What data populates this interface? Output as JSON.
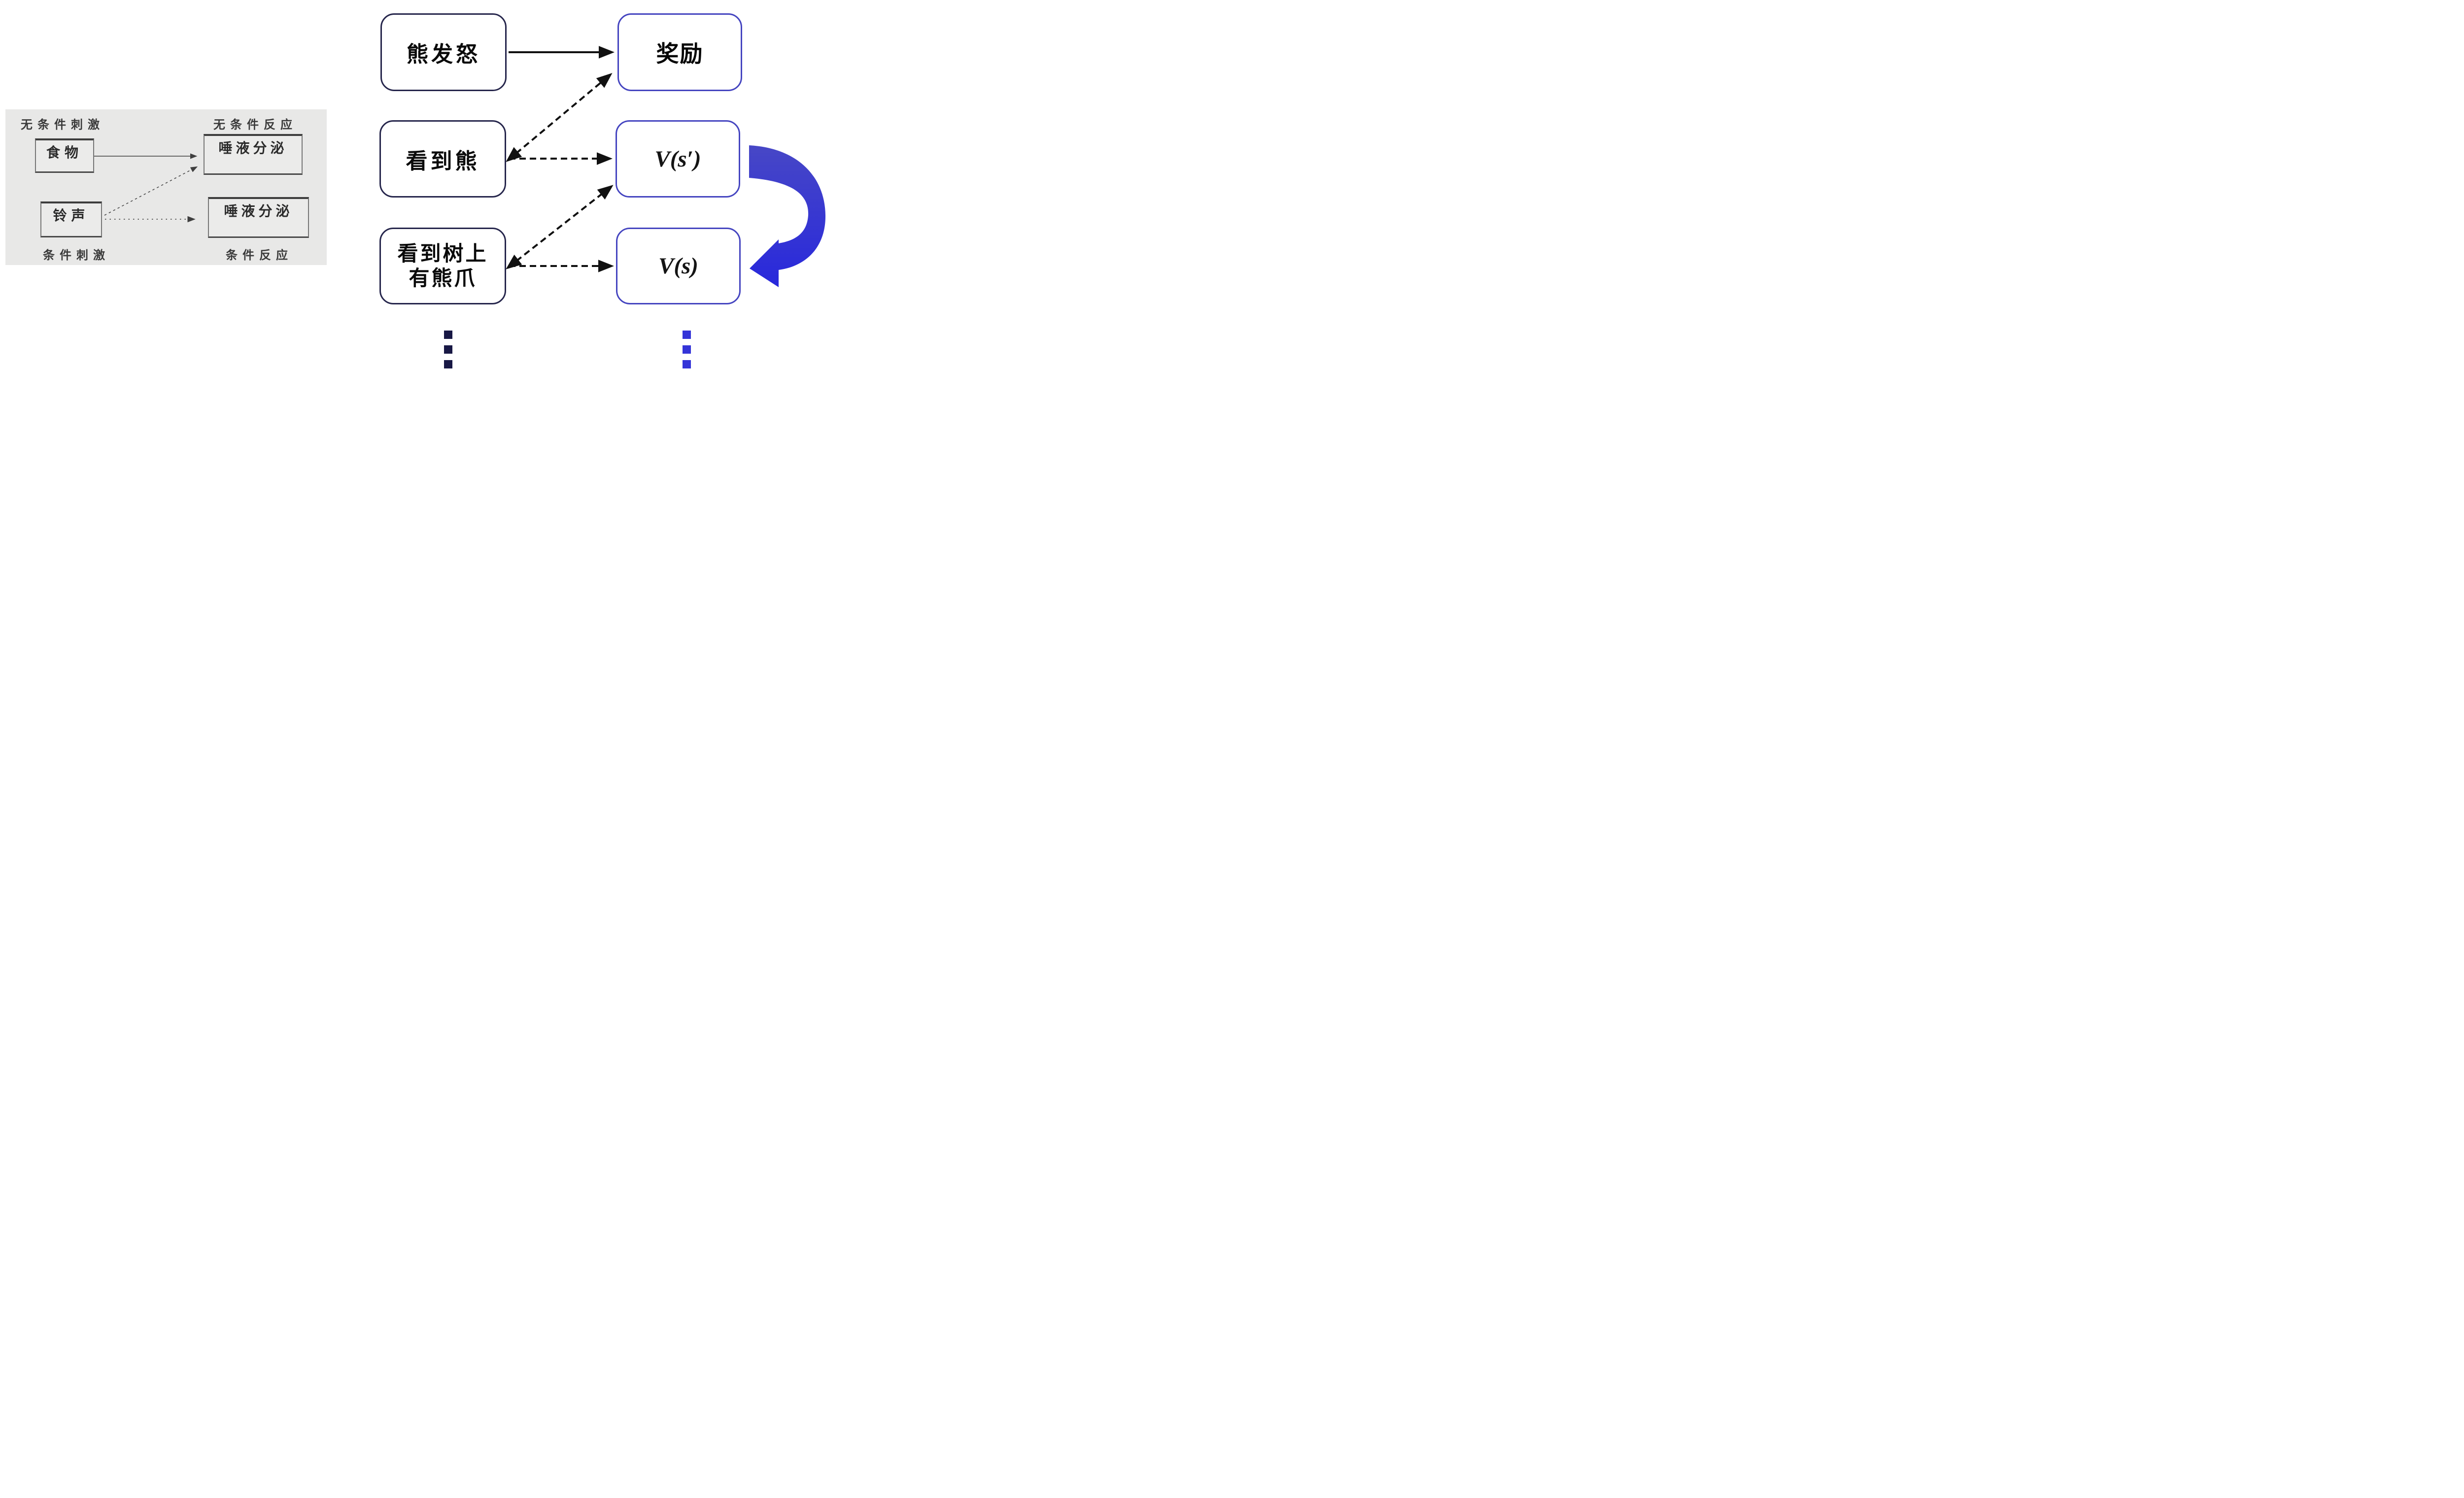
{
  "left_panel": {
    "labels": {
      "top_left": "无条件刺激",
      "top_right": "无条件反应",
      "bottom_left": "条件刺激",
      "bottom_right": "条件反应"
    },
    "boxes": {
      "food": "食物",
      "salivation_top": "唾液分泌",
      "bell": "铃声",
      "salivation_bottom": "唾液分泌"
    }
  },
  "right_diagram": {
    "row1_left": "熊发怒",
    "row1_right": "奖励",
    "row2_left": "看到熊",
    "row2_right": "V(s′)",
    "row3_left_line1": "看到树上",
    "row3_left_line2": "有熊爪",
    "row3_right": "V(s)"
  },
  "colors": {
    "panel_bg": "#e8e8e7",
    "left_box_border": "#767676",
    "left_arrow": "#3f3f3f",
    "state_box_border": "#26264c",
    "value_box_border": "#4545c0",
    "arrow_black": "#111111",
    "loop_arrow_top": "#4747c6",
    "loop_arrow_bottom": "#2828dc",
    "dots_left": "#181845",
    "dots_right": "#3434d8"
  }
}
